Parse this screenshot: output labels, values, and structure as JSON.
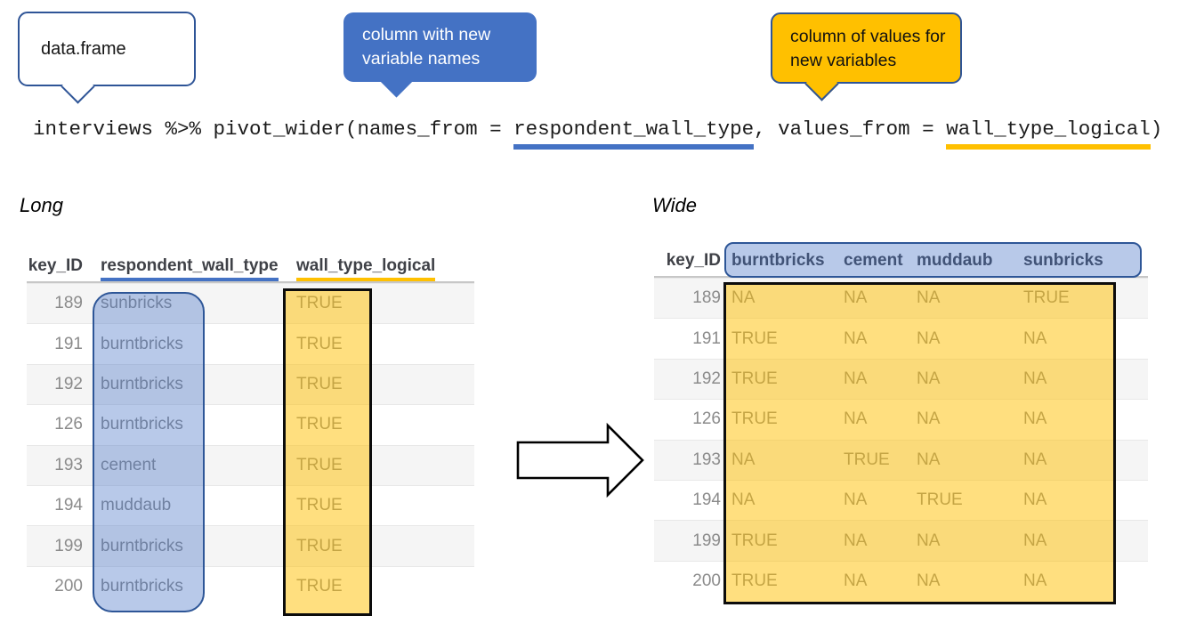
{
  "callouts": {
    "dataframe": {
      "text": "data.frame"
    },
    "names_from": {
      "text": "column with new variable names"
    },
    "values_from": {
      "text": "column of values for new variables"
    }
  },
  "code": {
    "prefix": "interviews %>% pivot_wider(names_from = ",
    "names_arg": "respondent_wall_type",
    "separator": ", values_from = ",
    "values_arg": "wall_type_logical",
    "suffix": ")"
  },
  "long_table": {
    "label": "Long",
    "headers": [
      "key_ID",
      "respondent_wall_type",
      "wall_type_logical"
    ],
    "rows": [
      [
        "189",
        "sunbricks",
        "TRUE"
      ],
      [
        "191",
        "burntbricks",
        "TRUE"
      ],
      [
        "192",
        "burntbricks",
        "TRUE"
      ],
      [
        "126",
        "burntbricks",
        "TRUE"
      ],
      [
        "193",
        "cement",
        "TRUE"
      ],
      [
        "194",
        "muddaub",
        "TRUE"
      ],
      [
        "199",
        "burntbricks",
        "TRUE"
      ],
      [
        "200",
        "burntbricks",
        "TRUE"
      ]
    ]
  },
  "wide_table": {
    "label": "Wide",
    "headers": [
      "key_ID",
      "burntbricks",
      "cement",
      "muddaub",
      "sunbricks"
    ],
    "rows": [
      [
        "189",
        "NA",
        "NA",
        "NA",
        "TRUE"
      ],
      [
        "191",
        "TRUE",
        "NA",
        "NA",
        "NA"
      ],
      [
        "192",
        "TRUE",
        "NA",
        "NA",
        "NA"
      ],
      [
        "126",
        "TRUE",
        "NA",
        "NA",
        "NA"
      ],
      [
        "193",
        "NA",
        "TRUE",
        "NA",
        "NA"
      ],
      [
        "194",
        "NA",
        "NA",
        "TRUE",
        "NA"
      ],
      [
        "199",
        "TRUE",
        "NA",
        "NA",
        "NA"
      ],
      [
        "200",
        "TRUE",
        "NA",
        "NA",
        "NA"
      ]
    ]
  },
  "colors": {
    "blue_accent": "#4472C4",
    "blue_border": "#2F5597",
    "gold_accent": "#FFC000",
    "highlight_blue_fill": "#B4C6E7",
    "highlight_gold_fill": "#FFD966",
    "highlight_gold_border": "#000000"
  }
}
